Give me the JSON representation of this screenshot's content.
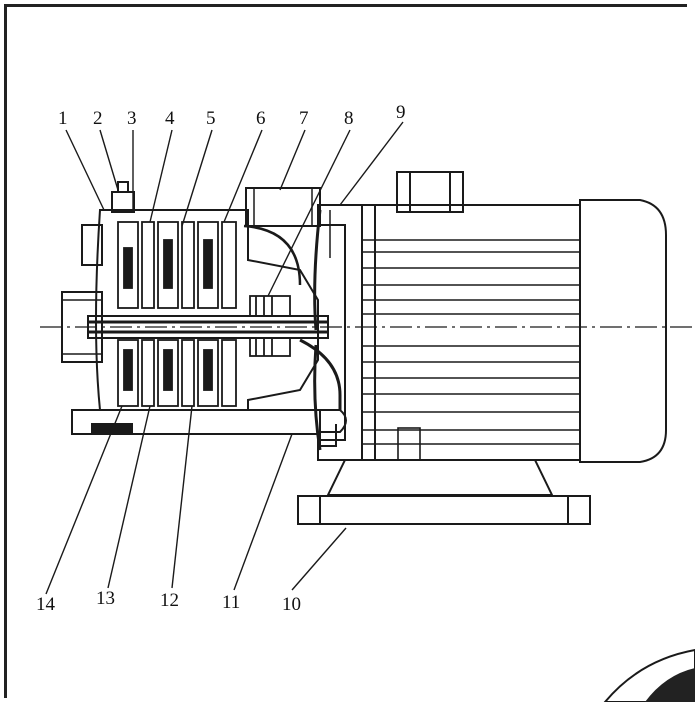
{
  "colors": {
    "line": "#1a1a1a",
    "background": "#ffffff",
    "frame": "#222222"
  },
  "callouts": [
    {
      "label": "1"
    },
    {
      "label": "2"
    },
    {
      "label": "3"
    },
    {
      "label": "4"
    },
    {
      "label": "5"
    },
    {
      "label": "6"
    },
    {
      "label": "7"
    },
    {
      "label": "8"
    },
    {
      "label": "9"
    },
    {
      "label": "10"
    },
    {
      "label": "11"
    },
    {
      "label": "12"
    },
    {
      "label": "13"
    },
    {
      "label": "14"
    }
  ]
}
